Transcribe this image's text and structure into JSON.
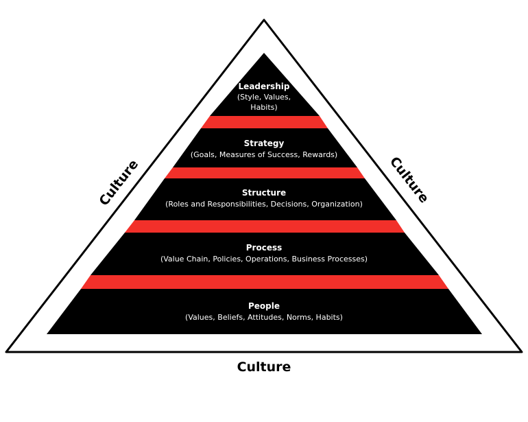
{
  "colors": {
    "tier_fill": "#000000",
    "connector_fill": "#f2302a",
    "outline": "#000000",
    "background": "#ffffff",
    "text_on_tier": "#ffffff"
  },
  "culture": {
    "left_label": "Culture",
    "right_label": "Culture",
    "bottom_label": "Culture"
  },
  "tiers": [
    {
      "title": "Leadership",
      "subtitle_lines": [
        "(Style, Values,",
        "Habits)"
      ]
    },
    {
      "title": "Strategy",
      "subtitle_lines": [
        "(Goals, Measures of Success, Rewards)"
      ]
    },
    {
      "title": "Structure",
      "subtitle_lines": [
        "(Roles and Responsibilities, Decisions, Organization)"
      ]
    },
    {
      "title": "Process",
      "subtitle_lines": [
        "(Value Chain, Policies, Operations, Business Processes)"
      ]
    },
    {
      "title": "People",
      "subtitle_lines": [
        "(Values, Beliefs, Attitudes, Norms, Habits)"
      ]
    }
  ]
}
